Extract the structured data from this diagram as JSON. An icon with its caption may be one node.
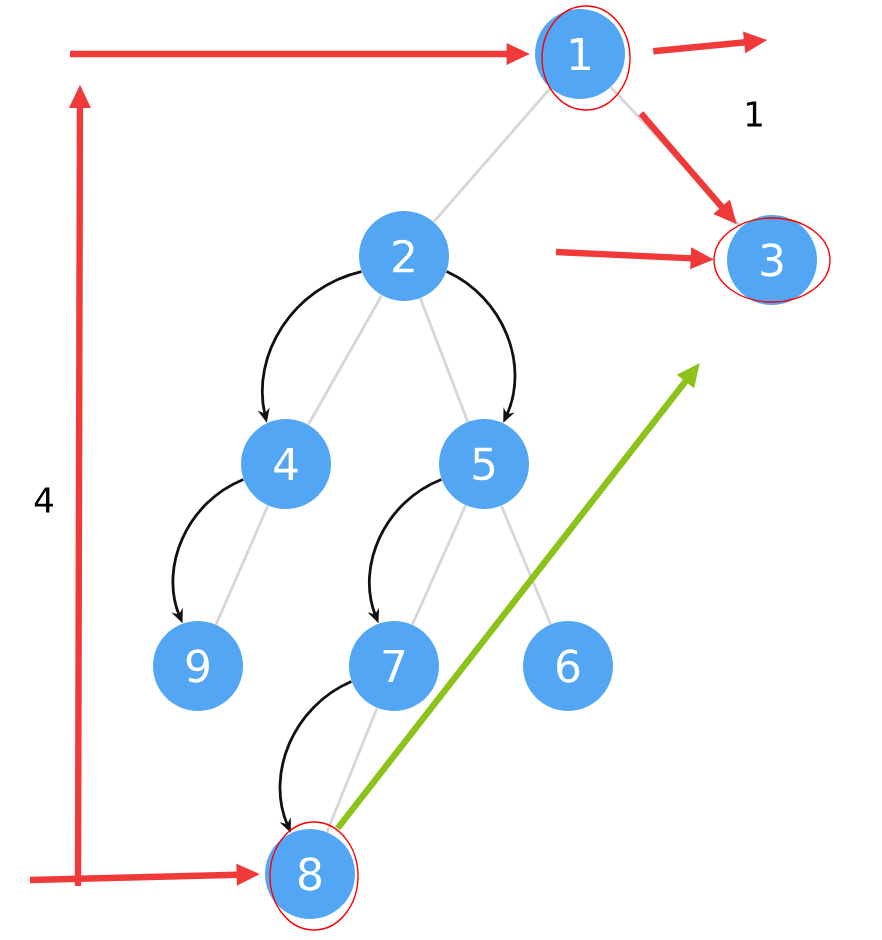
{
  "diagram": {
    "nodes": [
      {
        "text": [
          "1"
        ]
      },
      {
        "text": [
          "2"
        ]
      },
      {
        "text": [
          "3"
        ]
      },
      {
        "text": [
          "4"
        ]
      },
      {
        "text": [
          "5"
        ]
      },
      {
        "text": [
          "9"
        ]
      },
      {
        "text": [
          "7"
        ]
      },
      {
        "text": [
          "6"
        ]
      },
      {
        "text": [
          "8"
        ]
      }
    ],
    "edges": [
      {
        "from": 0,
        "to": 1,
        "arrow": "none"
      },
      {
        "from": 0,
        "to": 2,
        "arrow": "none"
      },
      {
        "from": 1,
        "to": 3,
        "arrow": "none"
      },
      {
        "from": 1,
        "to": 4,
        "arrow": "none"
      },
      {
        "from": 3,
        "to": 5,
        "arrow": "none"
      },
      {
        "from": 4,
        "to": 6,
        "arrow": "none"
      },
      {
        "from": 4,
        "to": 7,
        "arrow": "none"
      },
      {
        "from": 6,
        "to": 8,
        "arrow": "none"
      },
      {
        "from": 1,
        "to": 3,
        "arrow": "to",
        "color": "#111111"
      },
      {
        "from": 1,
        "to": 4,
        "arrow": "to",
        "color": "#111111"
      },
      {
        "from": 3,
        "to": 5,
        "arrow": "to",
        "color": "#111111"
      },
      {
        "from": 4,
        "to": 6,
        "arrow": "to",
        "color": "#111111"
      },
      {
        "from": 6,
        "to": 8,
        "arrow": "to",
        "color": "#111111"
      },
      {
        "from": null,
        "to": 0,
        "arrow": "to",
        "style": "thick",
        "color": "#f03a3a"
      },
      {
        "from": 0,
        "to": null,
        "arrow": "to",
        "style": "thick",
        "color": "#f03a3a"
      },
      {
        "from": 0,
        "to": 2,
        "arrow": "to",
        "style": "thick",
        "color": "#f03a3a"
      },
      {
        "from": null,
        "to": 2,
        "arrow": "to",
        "style": "thick",
        "color": "#f03a3a"
      },
      {
        "from": null,
        "to": 8,
        "arrow": "to",
        "style": "thick",
        "color": "#f03a3a"
      },
      {
        "from": 8,
        "to": 2,
        "arrow": "to",
        "style": "thick",
        "color": "#8cc21a"
      }
    ],
    "labels": [
      "1",
      "4"
    ]
  }
}
